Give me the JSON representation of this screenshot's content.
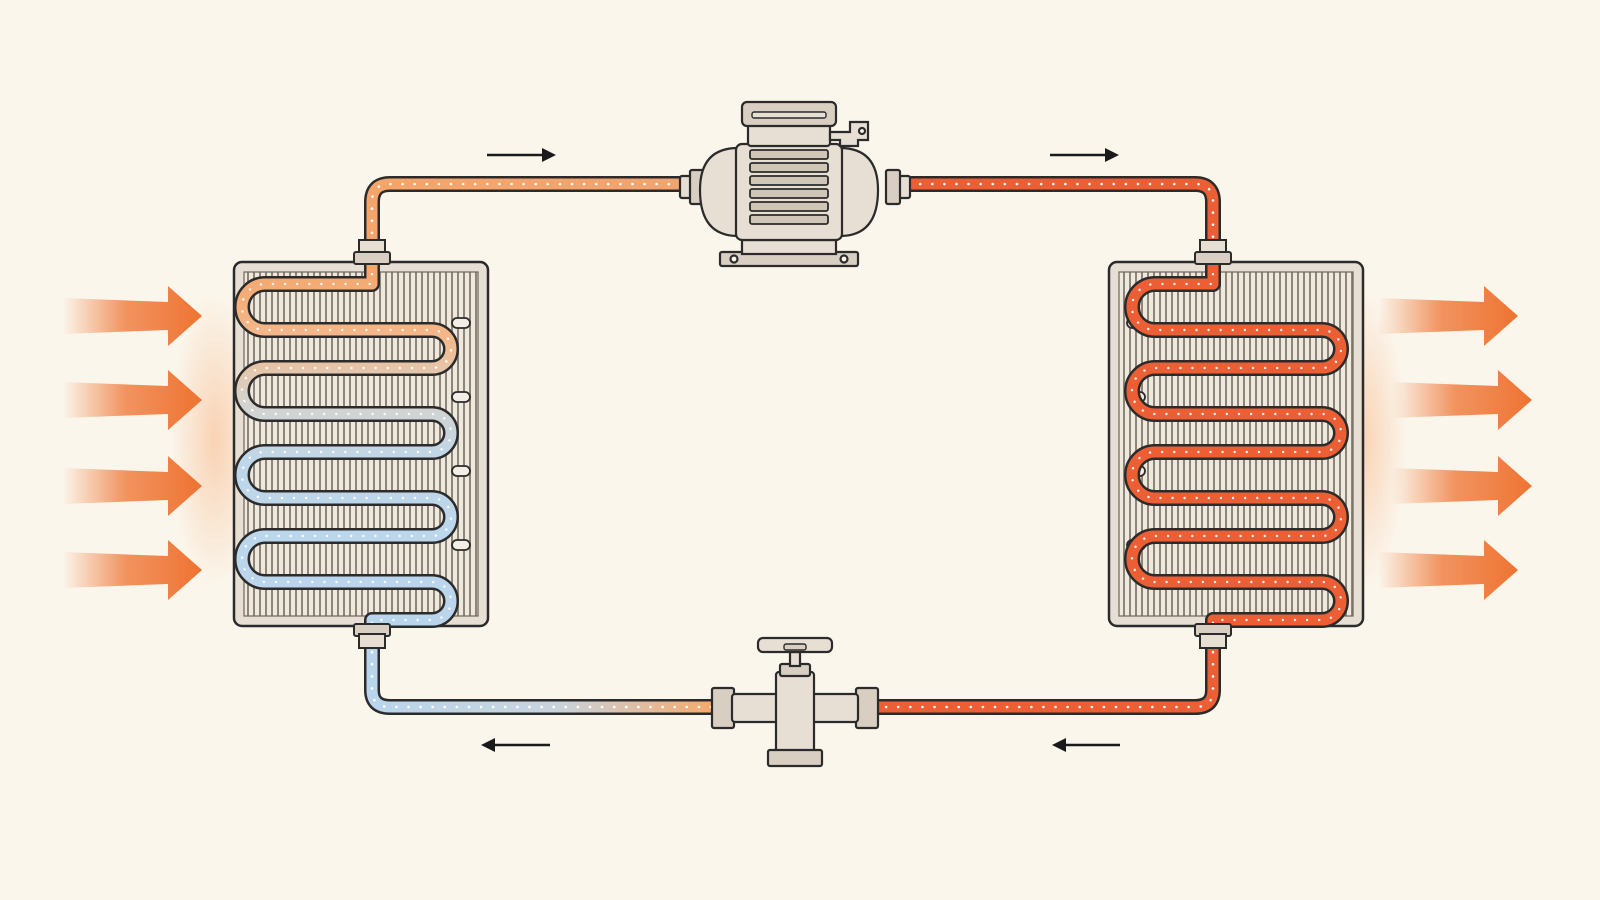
{
  "colors": {
    "background": "#fbf6ec",
    "outline": "#2b2b2b",
    "metal": "#e7dfd3",
    "metal_dark": "#bdb3a5",
    "fin": "#8d857a",
    "warm_gas": "#f5a56a",
    "hot_gas": "#ec5f35",
    "cold_liquid": "#b9d5ec",
    "air_arrow": "#ee7331",
    "flow_arrow": "#1a1a1a",
    "dot": "#ffffff"
  },
  "components": {
    "evaporator": {
      "icon": "heat-exchanger-coil",
      "coil_loops": 4
    },
    "compressor": {
      "icon": "electric-motor-compressor"
    },
    "condenser": {
      "icon": "heat-exchanger-coil",
      "coil_loops": 4
    },
    "expansion_valve": {
      "icon": "cross-valve"
    }
  },
  "flow": {
    "top_left": "right",
    "top_right": "right",
    "bottom_right": "left",
    "bottom_left": "left"
  },
  "air_flow": {
    "inlet_arrows": 4,
    "outlet_arrows": 4,
    "direction": "right"
  }
}
